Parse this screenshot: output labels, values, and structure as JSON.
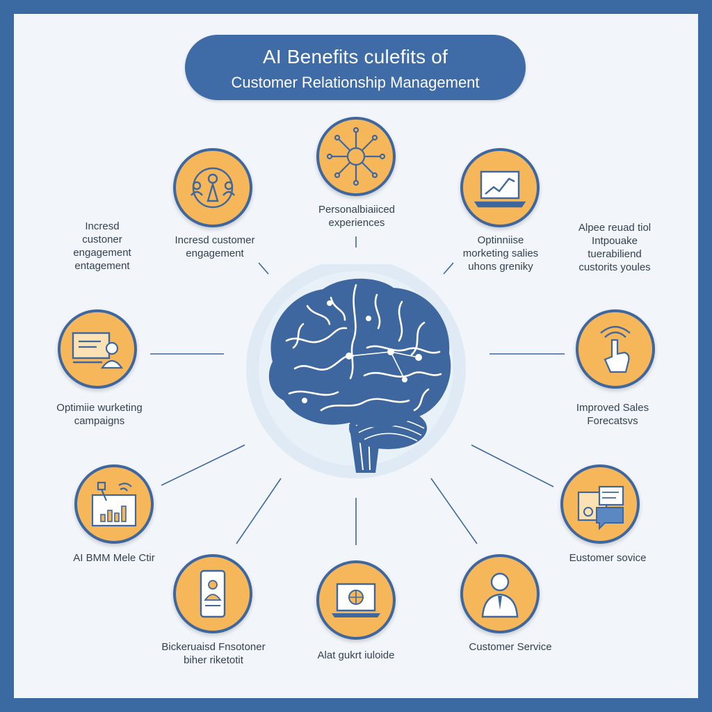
{
  "title": {
    "line1": "AI Benefits culefits of",
    "line2": "Customer Relationship Management"
  },
  "colors": {
    "frame": "#3b6aa3",
    "background": "#f2f6fa",
    "accent_orange": "#f6b65a",
    "primary_blue": "#3d679e"
  },
  "labels": {
    "far_left_top": "Incresd\ncustoner\nengagement\nentagement",
    "engagement": "Incresd customer\nengagement",
    "personalized": "Personalbiaiiced\nexperiences",
    "optimise_sales": "Optinniise\nmorketing salies\nuhons greniky",
    "far_right_top": "Alpee reuad tiol\nIntpouake\ntuerabiliend\ncustorits youles",
    "marketing": "Optimiie wurketing\ncampaigns",
    "sales_forecast": "Improved Sales\nForecatsvs",
    "crm_meta": "AI BMM Mele Ctir",
    "customer_svc_right": "Eustomer sovice",
    "bottom_left": "Bickeruaisd Fnsotoner\nbiher riketotit",
    "bottom_center": "Alat gukrt iuloide",
    "customer_service": "Customer Service"
  },
  "icons": {
    "engagement": "people-cycle-icon",
    "personalized": "network-face-icon",
    "optimise_sales": "laptop-chart-icon",
    "marketing": "presenter-screen-icon",
    "sales_forecast": "hand-touch-signal-icon",
    "crm_meta": "dashboard-chart-icon",
    "customer_svc_right": "chat-document-icon",
    "bottom_left": "mobile-person-icon",
    "bottom_center": "laptop-globe-icon",
    "customer_service": "business-person-icon",
    "center": "brain-icon"
  }
}
